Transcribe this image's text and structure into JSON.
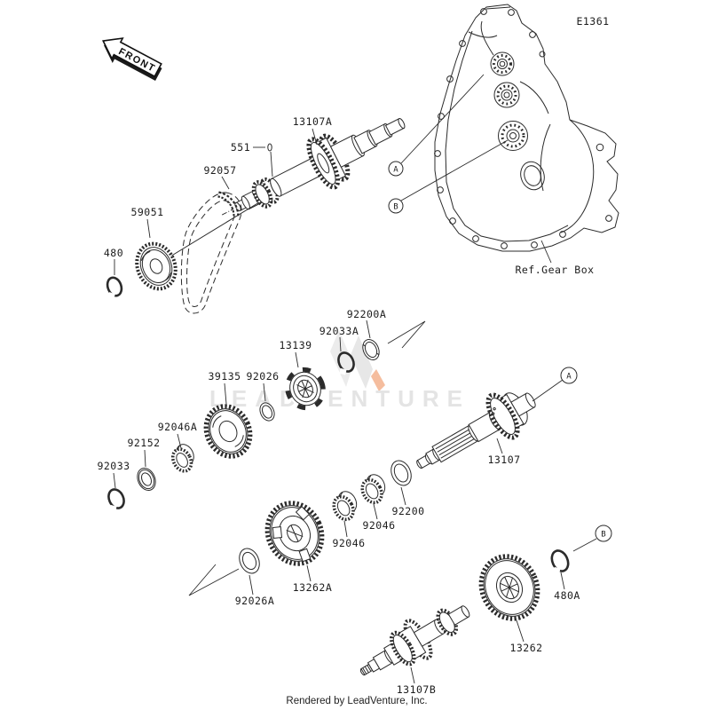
{
  "diagram": {
    "drawing_code": "E1361",
    "front_arrow": "FRONT",
    "reference_label": "Ref.Gear Box",
    "watermark": "LEADVENTURE",
    "footer": "Rendered by LeadVenture, Inc.",
    "callout_a": "A",
    "callout_b": "B",
    "line_color": "#2b2b2b",
    "watermark_color": "#e4e4e4",
    "watermark_accent": "#f2a77e"
  },
  "parts": {
    "p13107A": "13107A",
    "p551": "551",
    "p92057": "92057",
    "p59051": "59051",
    "p480": "480",
    "p92200A": "92200A",
    "p92033A": "92033A",
    "p13139": "13139",
    "p39135": "39135",
    "p92026": "92026",
    "p92046A": "92046A",
    "p92152": "92152",
    "p92033": "92033",
    "p13107": "13107",
    "p92200": "92200",
    "p92046_front": "92046",
    "p92046_rear": "92046",
    "p13262A": "13262A",
    "p92026A": "92026A",
    "p480A": "480A",
    "p13262": "13262",
    "p13107B": "13107B"
  }
}
